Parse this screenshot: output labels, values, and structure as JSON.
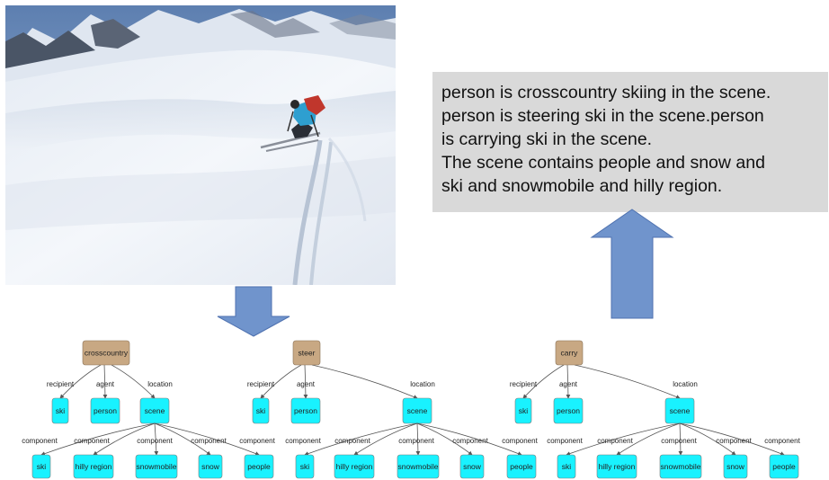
{
  "photo": {
    "alt_subject": "skier-on-snow-slope"
  },
  "caption": {
    "lines": [
      "person is crosscountry skiing in the scene.",
      "person is steering ski in the scene.person",
      "is carrying ski in the scene.",
      "The scene contains  people and snow and",
      "ski and snowmobile and hilly region."
    ]
  },
  "colors": {
    "caption_bg": "#d9d9d9",
    "arrow_fill": "#7094cc",
    "arrow_stroke": "#4f72b0",
    "verb_node": "#c8a883",
    "entity_node": "#19f2ff",
    "edge": "#555555"
  },
  "graphs": [
    {
      "verb": "crosscountry",
      "edges": {
        "recipient": "recipient",
        "agent": "agent",
        "location": "location"
      },
      "nodes": {
        "recipient": "ski",
        "agent": "person",
        "location": "scene"
      },
      "components": [
        {
          "edge": "component",
          "node": "ski"
        },
        {
          "edge": "component",
          "node": "hilly region"
        },
        {
          "edge": "component",
          "node": "snowmobile"
        },
        {
          "edge": "component",
          "node": "snow"
        },
        {
          "edge": "component",
          "node": "people"
        }
      ]
    },
    {
      "verb": "steer",
      "edges": {
        "recipient": "recipient",
        "agent": "agent",
        "location": "location"
      },
      "nodes": {
        "recipient": "ski",
        "agent": "person",
        "location": "scene"
      },
      "components": [
        {
          "edge": "component",
          "node": "ski"
        },
        {
          "edge": "component",
          "node": "hilly region"
        },
        {
          "edge": "component",
          "node": "snowmobile"
        },
        {
          "edge": "component",
          "node": "snow"
        },
        {
          "edge": "component",
          "node": "people"
        }
      ]
    },
    {
      "verb": "carry",
      "edges": {
        "recipient": "recipient",
        "agent": "agent",
        "location": "location"
      },
      "nodes": {
        "recipient": "ski",
        "agent": "person",
        "location": "scene"
      },
      "components": [
        {
          "edge": "component",
          "node": "ski"
        },
        {
          "edge": "component",
          "node": "hilly region"
        },
        {
          "edge": "component",
          "node": "snowmobile"
        },
        {
          "edge": "component",
          "node": "snow"
        },
        {
          "edge": "component",
          "node": "people"
        }
      ]
    }
  ]
}
